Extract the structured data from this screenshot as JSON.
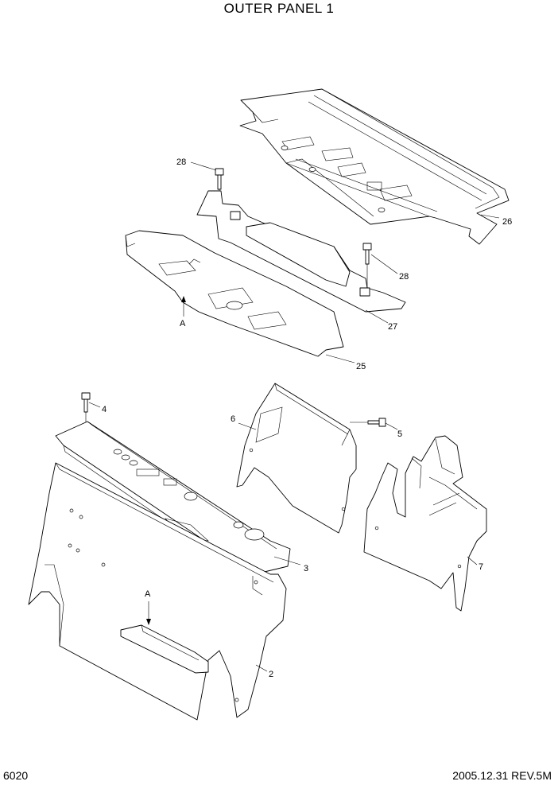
{
  "header": {
    "title": "OUTER PANEL 1"
  },
  "footer": {
    "page_code": "6020",
    "revision": "2005.12.31  REV.5M"
  },
  "callouts": {
    "c26": "26",
    "c28a": "28",
    "c28b": "28",
    "c27": "27",
    "c25": "25",
    "cA_top": "A",
    "c4": "4",
    "c6": "6",
    "c5": "5",
    "c3": "3",
    "c7": "7",
    "c2": "2",
    "cA_bottom": "A"
  }
}
